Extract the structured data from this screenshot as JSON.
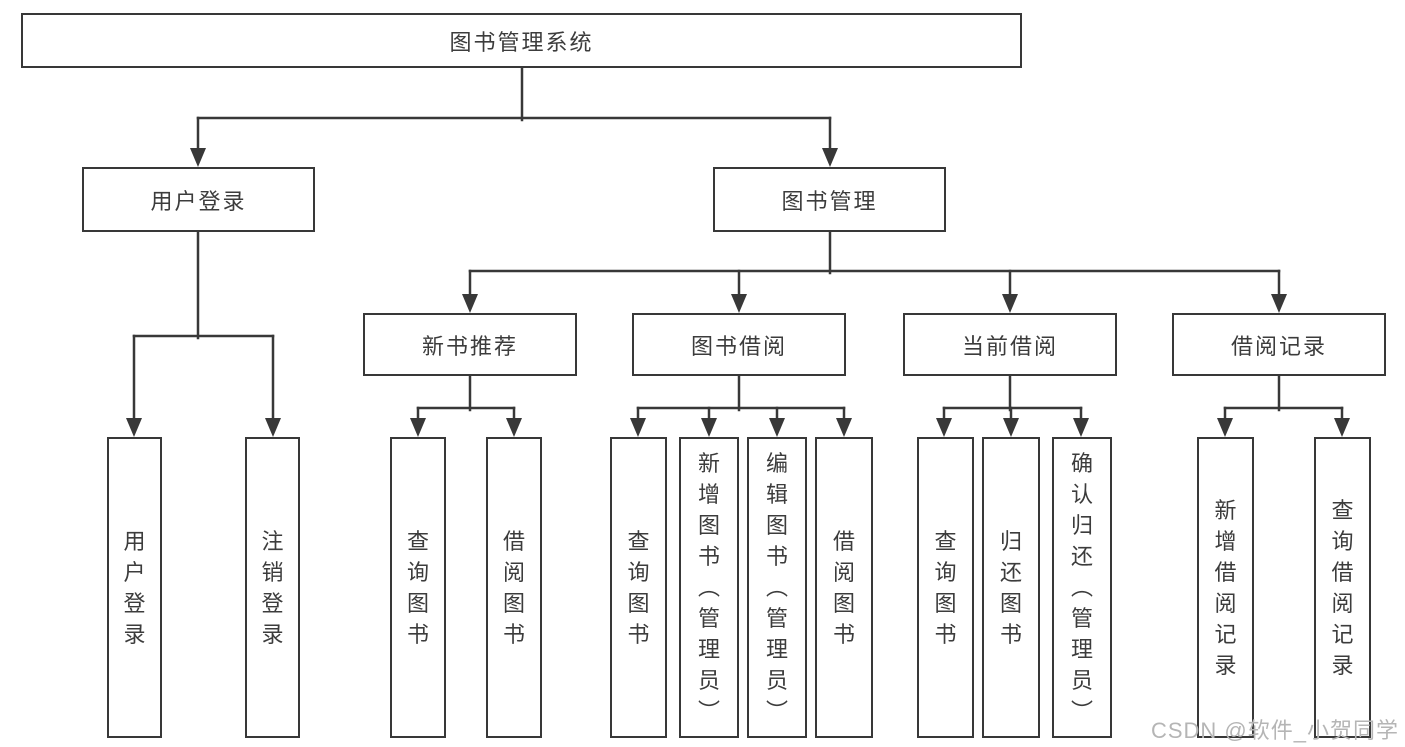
{
  "tree": {
    "root": "图书管理系统",
    "user_login": {
      "label": "用户登录",
      "children": [
        "用户登录",
        "注销登录"
      ]
    },
    "book_mgmt": {
      "label": "图书管理",
      "sections": {
        "new_books": {
          "label": "新书推荐",
          "children": [
            "查询图书",
            "借阅图书"
          ]
        },
        "borrowing": {
          "label": "图书借阅",
          "children": [
            "查询图书",
            "新增图书（管理员）",
            "编辑图书（管理员）",
            "借阅图书"
          ]
        },
        "current": {
          "label": "当前借阅",
          "children": [
            "查询图书",
            "归还图书",
            "确认归还（管理员）"
          ]
        },
        "records": {
          "label": "借阅记录",
          "children": [
            "新增借阅记录",
            "查询借阅记录"
          ]
        }
      }
    }
  },
  "watermark": "CSDN @软件_小贺同学",
  "colors": {
    "line": "#383838",
    "text": "#3c3c3c",
    "watermark": "#b5b5b5",
    "background": "#ffffff"
  }
}
